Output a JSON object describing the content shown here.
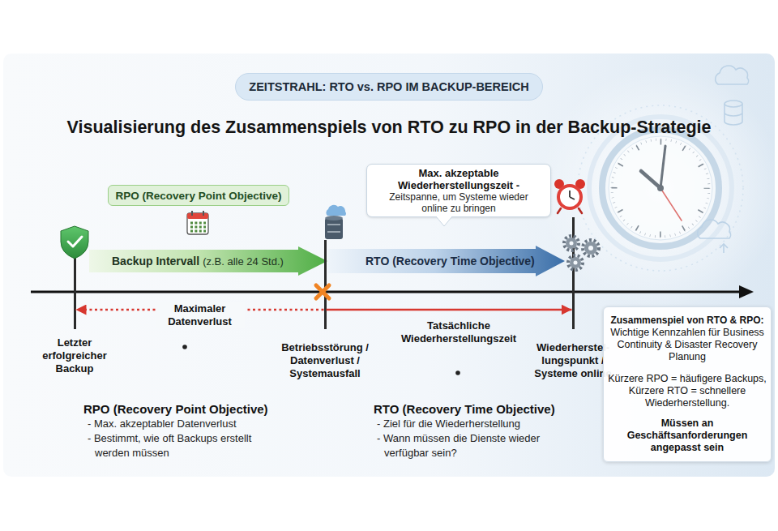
{
  "diagram": {
    "title": "Visualisierung des Zusammenspiels von RTO zu RPO in der Backup-Strategie",
    "nodes": [
      {
        "text": [
          "ZEITSTRAHL: RTO vs. RPO IM BACKUP-BEREICH"
        ]
      },
      {
        "text": [
          "RPO (Recovery Point Objective)"
        ]
      },
      {
        "text": [
          "Max. akzeptable Wiederherstellungszeit -",
          "Zeitspanne, um Systeme wieder online zu bringen"
        ]
      },
      {
        "text": [
          "Backup Intervall",
          "(z.B. alle 24 Std.)"
        ]
      },
      {
        "text": [
          "RTO (Recovery Time Objective)"
        ]
      },
      {
        "text": [
          "Letzter erfolgreicher Backup"
        ]
      },
      {
        "text": [
          "Betriebsstörung / Datenverlust / Systemausfall"
        ]
      },
      {
        "text": [
          "Wiederherstel- lungspunkt / Systeme online"
        ]
      },
      {
        "text": [
          "Zusammenspiel von RTO & RPO:",
          "Wichtige Kennzahlen für Business Continuity & Disaster Recovery Planung",
          "Kürzere RPO = häufigere Backups, Kürzere RTO = schnellere Wiederherstellung.",
          "Müssen an Geschäftsanforderungen angepasst sein"
        ]
      }
    ],
    "edges": [
      {
        "from": 6,
        "to": 5,
        "arrow": "to",
        "label": "Maximaler Datenverlust"
      },
      {
        "from": 6,
        "to": 7,
        "arrow": "to",
        "label": "Tatsächliche Wiederherstellungszeit"
      }
    ],
    "labels": [
      "RPO (Recovery Point Objective)",
      "- Max. akzeptabler Datenverlust",
      "- Bestimmt, wie oft Backups erstellt werden müssen",
      "RTO (Recovery Time Objective)",
      "- Ziel für die Wiederherstellung",
      "- Wann müssen die Dienste wieder verfügbar sein?"
    ]
  }
}
